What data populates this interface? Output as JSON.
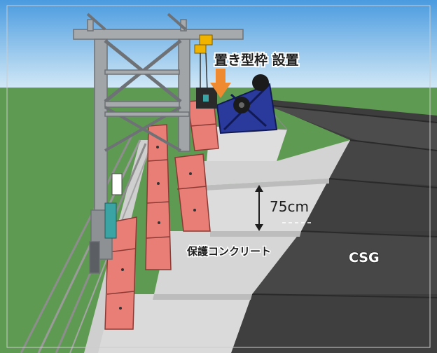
{
  "labels": {
    "formwork_install": "置き型枠 設置",
    "step_height": "75cm",
    "protective_concrete": "保護コンクリート",
    "csg": "CSG"
  },
  "colors": {
    "sky_top": "#4a9be0",
    "sky_bottom": "#d8ecf8",
    "grass": "#5f9a52",
    "csg_dark": "#3a3a3a",
    "csg_mid": "#4a4a4a",
    "concrete": "#d9d9d9",
    "concrete_shade": "#bdbdbd",
    "formwork_pink": "#e87e76",
    "steel_gray": "#9fa3a6",
    "crane_yellow": "#f0b400",
    "machine_blue": "#1f2f8a",
    "arrow_orange": "#f08a30",
    "text_white": "#ffffff",
    "text_dark": "#1e1e1e"
  }
}
